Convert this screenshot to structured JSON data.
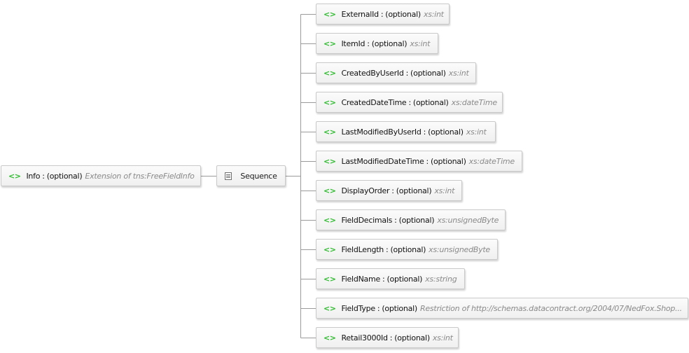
{
  "root": {
    "icon": "element-icon",
    "name": "Info",
    "separator": ":",
    "optional": "(optional)",
    "type": "Extension of tns:FreeFieldInfo"
  },
  "sequence": {
    "icon": "sequence-icon",
    "label": "Sequence"
  },
  "elements": [
    {
      "icon": "element-icon",
      "name": "ExternalId",
      "separator": ":",
      "optional": "(optional)",
      "type": "xs:int"
    },
    {
      "icon": "element-icon",
      "name": "ItemId",
      "separator": ":",
      "optional": "(optional)",
      "type": "xs:int"
    },
    {
      "icon": "element-icon",
      "name": "CreatedByUserId",
      "separator": ":",
      "optional": "(optional)",
      "type": "xs:int"
    },
    {
      "icon": "element-icon",
      "name": "CreatedDateTime",
      "separator": ":",
      "optional": "(optional)",
      "type": "xs:dateTime"
    },
    {
      "icon": "element-icon",
      "name": "LastModifiedByUserId",
      "separator": ":",
      "optional": "(optional)",
      "type": "xs:int"
    },
    {
      "icon": "element-icon",
      "name": "LastModifiedDateTime",
      "separator": ":",
      "optional": "(optional)",
      "type": "xs:dateTime"
    },
    {
      "icon": "element-icon",
      "name": "DisplayOrder",
      "separator": ":",
      "optional": "(optional)",
      "type": "xs:int"
    },
    {
      "icon": "element-icon",
      "name": "FieldDecimals",
      "separator": ":",
      "optional": "(optional)",
      "type": "xs:unsignedByte"
    },
    {
      "icon": "element-icon",
      "name": "FieldLength",
      "separator": ":",
      "optional": "(optional)",
      "type": "xs:unsignedByte"
    },
    {
      "icon": "element-icon",
      "name": "FieldName",
      "separator": ":",
      "optional": "(optional)",
      "type": "xs:string"
    },
    {
      "icon": "element-icon",
      "name": "FieldType",
      "separator": ":",
      "optional": "(optional)",
      "type": "Restriction of http://schemas.datacontract.org/2004/07/NedFox.Shop..."
    },
    {
      "icon": "element-icon",
      "name": "Retail3000Id",
      "separator": ":",
      "optional": "(optional)",
      "type": "xs:int"
    }
  ],
  "colors": {
    "element_icon": "#2dbb2d",
    "type_text": "#8a8a8a",
    "connector": "#9a9a9a",
    "node_border": "#c9c9c9"
  }
}
